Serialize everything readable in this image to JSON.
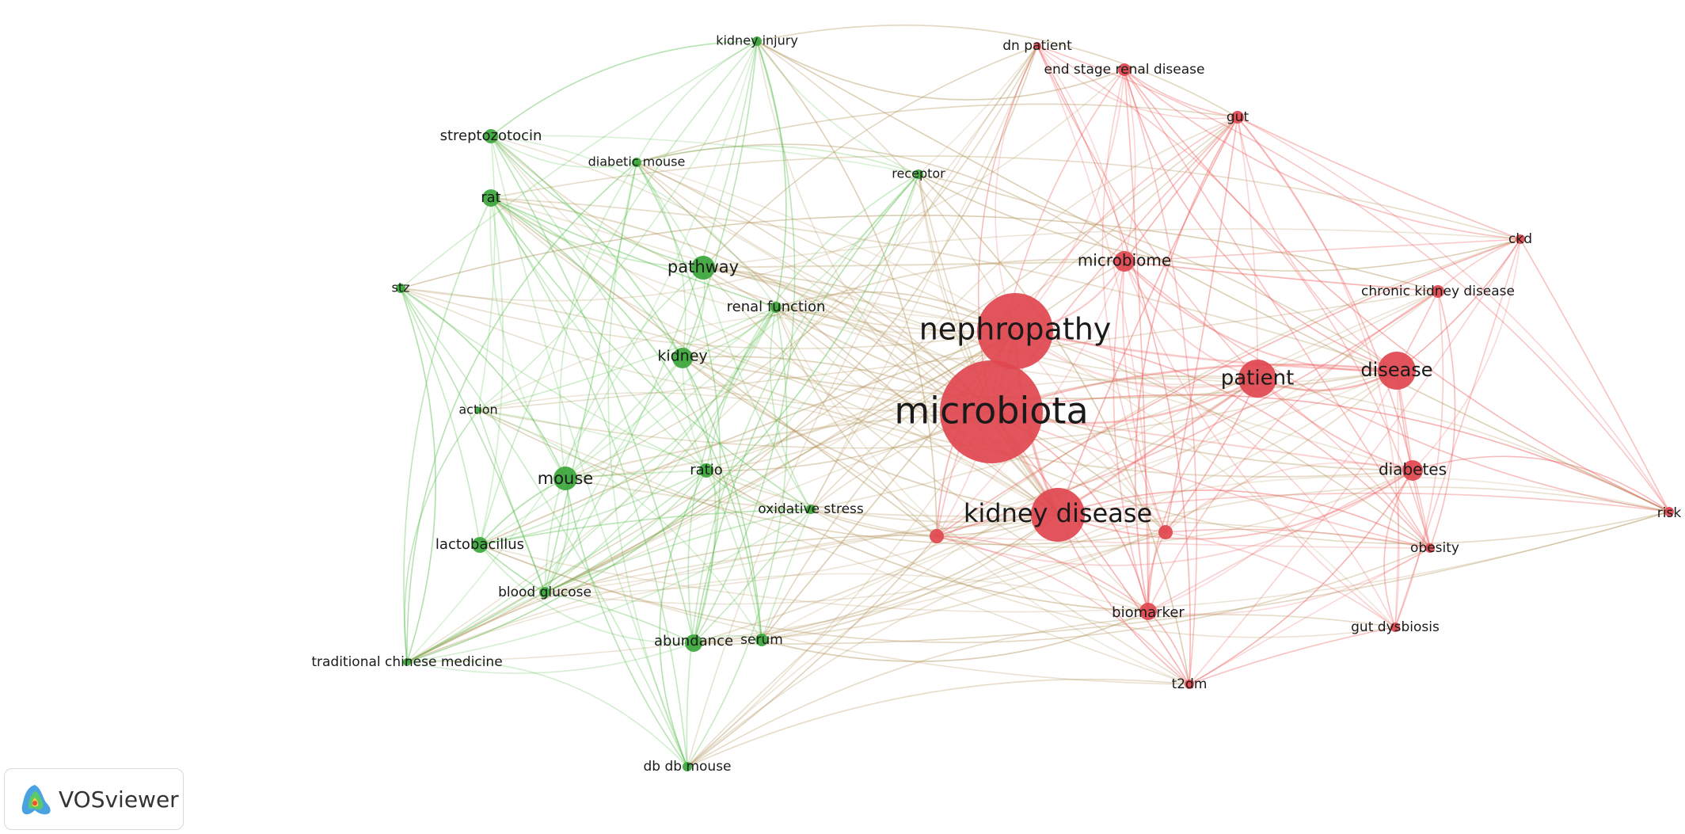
{
  "colors": {
    "green_cluster": "#3aa63a",
    "red_cluster": "#e0474f",
    "green_edge": "#58bf4d",
    "red_edge": "#ee5a5a",
    "mixed_edge": "#b59760"
  },
  "badge": {
    "name": "VOSviewer",
    "icon": "vosviewer-logo-icon"
  },
  "nodes": [
    {
      "id": "microbiota",
      "label": "microbiota",
      "cluster": "red",
      "weight": 10
    },
    {
      "id": "nephropathy",
      "label": "nephropathy",
      "cluster": "red",
      "weight": 7
    },
    {
      "id": "kidney-disease",
      "label": "kidney disease",
      "cluster": "red",
      "weight": 5.5
    },
    {
      "id": "patient",
      "label": "patient",
      "cluster": "red",
      "weight": 4
    },
    {
      "id": "disease",
      "label": "disease",
      "cluster": "red",
      "weight": 3.8
    },
    {
      "id": "microbiome",
      "label": "microbiome",
      "cluster": "red",
      "weight": 2.8
    },
    {
      "id": "diabetes",
      "label": "diabetes",
      "cluster": "red",
      "weight": 2.6
    },
    {
      "id": "chronic-kidney-disease",
      "label": "chronic kidney disease",
      "cluster": "red",
      "weight": 2
    },
    {
      "id": "obesity",
      "label": "obesity",
      "cluster": "red",
      "weight": 1.8
    },
    {
      "id": "biomarker",
      "label": "biomarker",
      "cluster": "red",
      "weight": 2
    },
    {
      "id": "gut-dysbiosis",
      "label": "gut dysbiosis",
      "cluster": "red",
      "weight": 1.8
    },
    {
      "id": "t2dm",
      "label": "t2dm",
      "cluster": "red",
      "weight": 1.8
    },
    {
      "id": "gut",
      "label": "gut",
      "cluster": "red",
      "weight": 2
    },
    {
      "id": "ckd",
      "label": "ckd",
      "cluster": "red",
      "weight": 1.8
    },
    {
      "id": "risk",
      "label": "risk",
      "cluster": "red",
      "weight": 1.8
    },
    {
      "id": "end-stage-renal-disease",
      "label": "end stage renal disease",
      "cluster": "red",
      "weight": 1.8
    },
    {
      "id": "dn-patient",
      "label": "dn patient",
      "cluster": "red",
      "weight": 1.6
    },
    {
      "id": "unlabeled-1",
      "label": "",
      "cluster": "red",
      "weight": 2
    },
    {
      "id": "unlabeled-2",
      "label": "",
      "cluster": "red",
      "weight": 2
    },
    {
      "id": "pathway",
      "label": "pathway",
      "cluster": "green",
      "weight": 3
    },
    {
      "id": "mouse",
      "label": "mouse",
      "cluster": "green",
      "weight": 3
    },
    {
      "id": "kidney",
      "label": "kidney",
      "cluster": "green",
      "weight": 2.6
    },
    {
      "id": "rat",
      "label": "rat",
      "cluster": "green",
      "weight": 2.4
    },
    {
      "id": "streptozotocin",
      "label": "streptozotocin",
      "cluster": "green",
      "weight": 2
    },
    {
      "id": "diabetic-mouse",
      "label": "diabetic mouse",
      "cluster": "green",
      "weight": 1.8
    },
    {
      "id": "kidney-injury",
      "label": "kidney injury",
      "cluster": "green",
      "weight": 1.8
    },
    {
      "id": "receptor",
      "label": "receptor",
      "cluster": "green",
      "weight": 1.8
    },
    {
      "id": "renal-function",
      "label": "renal function",
      "cluster": "green",
      "weight": 2
    },
    {
      "id": "stz",
      "label": "stz",
      "cluster": "green",
      "weight": 1.8
    },
    {
      "id": "action",
      "label": "action",
      "cluster": "green",
      "weight": 1.6
    },
    {
      "id": "ratio",
      "label": "ratio",
      "cluster": "green",
      "weight": 2
    },
    {
      "id": "oxidative-stress",
      "label": "oxidative stress",
      "cluster": "green",
      "weight": 1.8
    },
    {
      "id": "lactobacillus",
      "label": "lactobacillus",
      "cluster": "green",
      "weight": 2.2
    },
    {
      "id": "blood-glucose",
      "label": "blood glucose",
      "cluster": "green",
      "weight": 1.8
    },
    {
      "id": "abundance",
      "label": "abundance",
      "cluster": "green",
      "weight": 2.4
    },
    {
      "id": "serum",
      "label": "serum",
      "cluster": "green",
      "weight": 2
    },
    {
      "id": "traditional-chinese-medicine",
      "label": "traditional chinese medicine",
      "cluster": "green",
      "weight": 1.8
    },
    {
      "id": "db-db-mouse",
      "label": "db db mouse",
      "cluster": "green",
      "weight": 1.8
    }
  ]
}
